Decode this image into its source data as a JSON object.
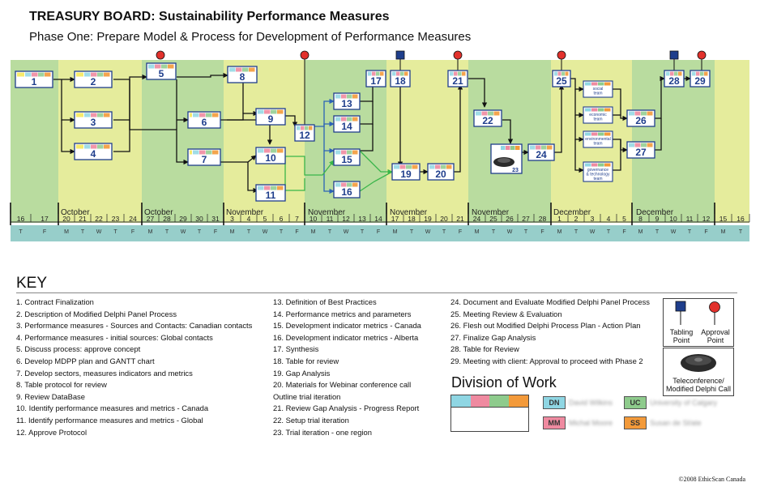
{
  "header": {
    "title_bold": "TREASURY BOARD:",
    "title_rest": "Sustainability Performance Measures",
    "subtitle": "Phase One: Prepare Model & Process for Development of Performance Measures"
  },
  "colors": {
    "green_band": "#b9dc9f",
    "yellow_band": "#e5ec9c",
    "timeline_bar": "#8cc9c4",
    "arrow_black": "#111111",
    "arrow_blue": "#2b63b6",
    "arrow_green": "#39b54a",
    "approval_red": "#e2312c",
    "tabling_blue": "#1f3e8c",
    "task_box_border": "#1f3e8c",
    "dn_color": "#8fd6e3",
    "mm_color": "#ef8aa0",
    "uc_color": "#8ecb8c",
    "ss_color": "#f39a3a"
  },
  "timeline": {
    "months": [
      "October",
      "October",
      "November",
      "November",
      "November",
      "November",
      "December",
      "December"
    ],
    "days": [
      "16",
      "17",
      "20",
      "21",
      "22",
      "23",
      "24",
      "27",
      "28",
      "29",
      "30",
      "31",
      "3",
      "4",
      "5",
      "6",
      "7",
      "10",
      "11",
      "12",
      "13",
      "14",
      "17",
      "18",
      "19",
      "20",
      "21",
      "24",
      "25",
      "26",
      "27",
      "28",
      "1",
      "2",
      "3",
      "4",
      "5",
      "8",
      "9",
      "10",
      "11",
      "12",
      "15",
      "16"
    ],
    "weekdays": [
      "T",
      "F",
      "M",
      "T",
      "W",
      "T",
      "F",
      "M",
      "T",
      "W",
      "T",
      "F",
      "M",
      "T",
      "W",
      "T",
      "F",
      "M",
      "T",
      "W",
      "T",
      "F",
      "M",
      "T",
      "W",
      "T",
      "F",
      "M",
      "T",
      "W",
      "T",
      "F",
      "M",
      "T",
      "W",
      "T",
      "F",
      "M",
      "T",
      "W",
      "T",
      "F",
      "M",
      "T"
    ]
  },
  "tasks": [
    "1",
    "2",
    "3",
    "4",
    "5",
    "6",
    "7",
    "8",
    "9",
    "10",
    "11",
    "12",
    "13",
    "14",
    "15",
    "16",
    "17",
    "18",
    "19",
    "20",
    "21",
    "22",
    "23",
    "24",
    "25",
    "26",
    "27",
    "28",
    "29"
  ],
  "subteams": [
    "social team",
    "economic team",
    "environmental team",
    "governance & technology team"
  ],
  "key": {
    "title": "KEY",
    "col1": [
      "1. Contract Finalization",
      "2. Description of Modified Delphi Panel Process",
      "3. Performance measures - Sources and Contacts: Canadian contacts",
      "4. Performance measures - initial sources: Global contacts",
      "5. Discuss process: approve concept",
      "6. Develop MDPP plan and GANTT chart",
      "7. Develop sectors, measures indicators and metrics",
      "8. Table protocol for review",
      "9. Review  DataBase",
      "10. Identify performance measures and metrics - Canada",
      "11. Identify performance measures and metrics - Global",
      "12. Approve Protocol"
    ],
    "col2": [
      "13. Definition of Best Practices",
      "14. Performance metrics and parameters",
      "15. Development indicator metrics - Canada",
      "16. Development indicator metrics - Alberta",
      "17. Synthesis",
      "18. Table for review",
      "19. Gap Analysis",
      "20. Materials for Webinar conference call",
      "      Outline trial iteration",
      "21. Review Gap Analysis - Progress Report",
      "22. Setup trial iteration",
      "23. Trial iteration - one region"
    ],
    "col3": [
      "24. Document and Evaluate Modified Delphi Panel Process",
      "25. Meeting Review & Evaluation",
      "26. Flesh out Modified Delphi Process Plan - Action Plan",
      "27. Finalize Gap Analysis",
      "28. Table for Review",
      "29. Meeting with client: Approval to proceed with Phase 2"
    ]
  },
  "legend": {
    "tabling": "Tabling Point",
    "approval": "Approval Point",
    "telecon": "Teleconference/ Modified Delphi Call"
  },
  "division": {
    "title": "Division of Work",
    "tags": [
      {
        "code": "DN",
        "name": "David Wilkins"
      },
      {
        "code": "UC",
        "name": "University of Calgary"
      },
      {
        "code": "MM",
        "name": "Michal Moore"
      },
      {
        "code": "SS",
        "name": "Susan de Sl/ate"
      }
    ]
  },
  "footer": {
    "copyright": "©2008 EthicScan Canada"
  }
}
